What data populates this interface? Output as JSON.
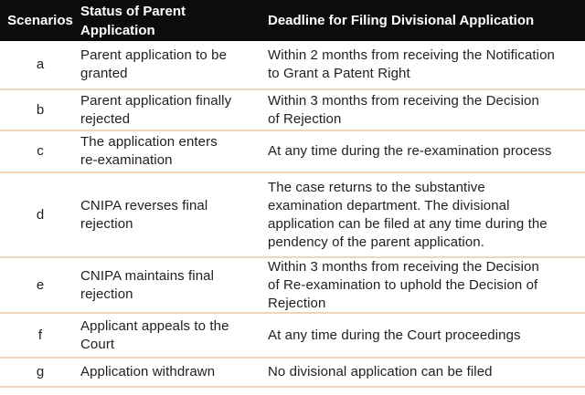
{
  "table": {
    "columns": [
      {
        "label": "Scenarios"
      },
      {
        "label": "Status of Parent\nApplication"
      },
      {
        "label": "Deadline for Filing Divisional Application"
      }
    ],
    "rows": [
      {
        "scenario": "a",
        "status": "Parent application to be\ngranted",
        "deadline": "Within 2 months from receiving the Notification\nto Grant a Patent Right"
      },
      {
        "scenario": "b",
        "status": "Parent application finally\nrejected",
        "deadline": "Within 3 months from receiving the Decision\nof Rejection"
      },
      {
        "scenario": "c",
        "status": "The application enters\nre-examination",
        "deadline": "At any time during the re-examination process"
      },
      {
        "scenario": "d",
        "status": "CNIPA reverses final\nrejection",
        "deadline": "The case returns to the substantive\nexamination department. The divisional\napplication can be filed at any time during the\npendency of the parent application."
      },
      {
        "scenario": "e",
        "status": "CNIPA maintains final\nrejection",
        "deadline": "Within 3 months from receiving the Decision\nof Re-examination to uphold the Decision of\nRejection"
      },
      {
        "scenario": "f",
        "status": "Applicant appeals to the\nCourt",
        "deadline": "At any time during the Court proceedings"
      },
      {
        "scenario": "g",
        "status": "Application withdrawn",
        "deadline": "No divisional application can be filed"
      }
    ],
    "colors": {
      "header_background": "#0c0c0c",
      "header_text": "#ffffff",
      "body_text": "#212121",
      "row_separator": "#eed5bb"
    }
  }
}
